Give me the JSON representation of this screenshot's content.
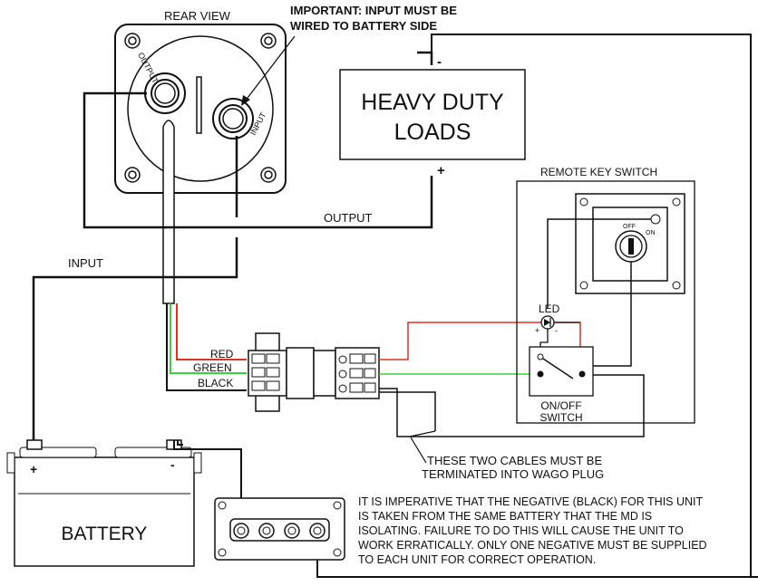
{
  "labels": {
    "rear_view": "REAR VIEW",
    "important_line1": "IMPORTANT: INPUT MUST BE",
    "important_line2": "WIRED TO BATTERY SIDE",
    "output_stamp": "OUTPUT",
    "input_stamp": "INPUT",
    "loads_line1": "HEAVY DUTY",
    "loads_line2": "LOADS",
    "loads_minus": "-",
    "loads_plus": "+",
    "output_wire": "OUTPUT",
    "input_wire": "INPUT",
    "remote_key_switch": "REMOTE KEY SWITCH",
    "key_off": "OFF",
    "key_on": "ON",
    "led": "LED",
    "switch_line1": "ON/OFF",
    "switch_line2": "SWITCH",
    "red": "RED",
    "green": "GREEN",
    "black": "BLACK",
    "cables_line1": "THESE TWO CABLES MUST BE",
    "cables_line2": "TERMINATED INTO WAGO PLUG",
    "battery": "BATTERY",
    "battery_plus": "+",
    "battery_minus": "-",
    "note_lines": [
      "IT IS IMPERATIVE THAT THE NEGATIVE (BLACK) FOR THIS UNIT",
      "IS TAKEN FROM THE SAME BATTERY THAT THE MD IS",
      "ISOLATING. FAILURE TO DO THIS WILL CAUSE THE UNIT TO",
      "WORK ERRATICALLY. ONLY ONE NEGATIVE MUST BE SUPPLIED",
      "TO EACH UNIT FOR CORRECT OPERATION."
    ]
  },
  "colors": {
    "line": "#111111",
    "red_wire": "#e0311e",
    "green_wire": "#39d43a"
  }
}
